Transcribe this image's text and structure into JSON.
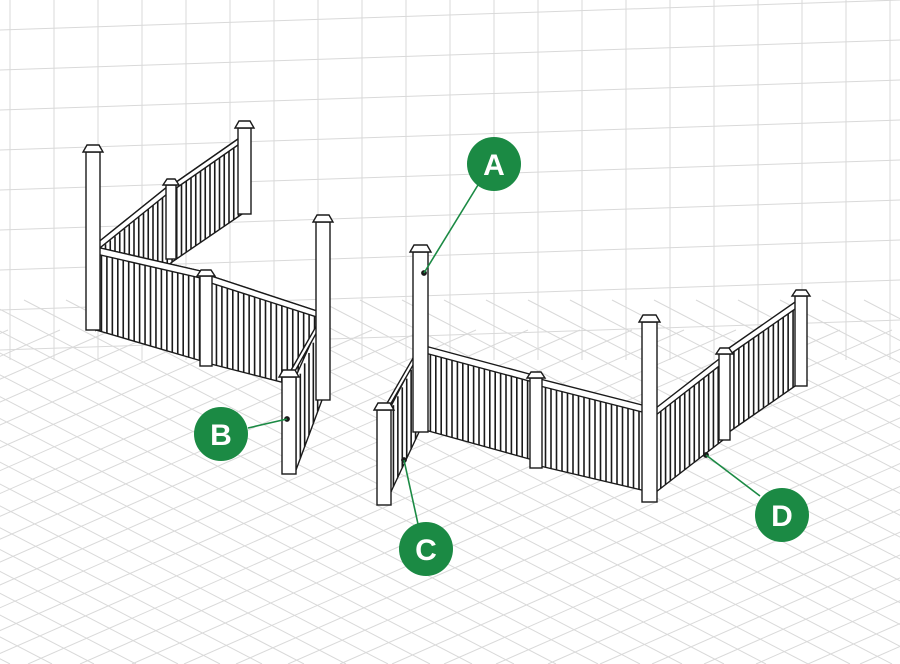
{
  "colors": {
    "grid": "#d9d9d9",
    "outline": "#1a1a1a",
    "fill": "#ffffff",
    "callout": "#1b8a44",
    "callout_text": "#ffffff"
  },
  "callouts": {
    "a": "A",
    "b": "B",
    "c": "C",
    "d": "D"
  }
}
